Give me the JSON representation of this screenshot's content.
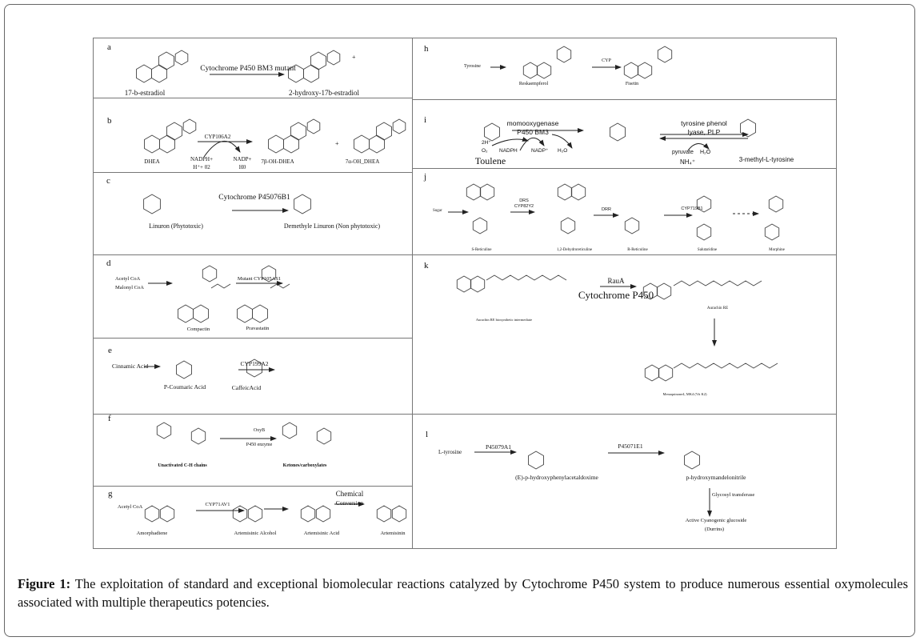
{
  "figure": {
    "panels": {
      "a": {
        "letter": "a",
        "enzyme": "Cytochrome P450 BM3 mutant",
        "substrate": "17-b-estradiol",
        "product": "2-hydroxy-17b-estradiol",
        "plus": "+"
      },
      "b": {
        "letter": "b",
        "enzyme": "CYP106A2",
        "substrate": "DHEA",
        "cofactor_in": [
          "NADPH+",
          "H⁺+ 02"
        ],
        "cofactor_out": [
          "NADP+",
          "H0"
        ],
        "product1": "7β-OH-DHEA",
        "plus": "+",
        "product2": "7α-OH_DHEA"
      },
      "c": {
        "letter": "c",
        "enzyme": "Cytochrome P45076B1",
        "substrate": "Linuron (Phytotoxic)",
        "product": "Demethyle Linuron (Non phytotoxic)"
      },
      "d": {
        "letter": "d",
        "precursors": [
          "Acetyl CoA",
          "Malonyl CoA"
        ],
        "enzyme": "Mutant CYP105AS1",
        "substrate": "Compactin",
        "product": "Pravastatin"
      },
      "e": {
        "letter": "e",
        "precursor": "Cinnamic Acid",
        "enzyme": "CYP199A2",
        "substrate": "P-Coumaric Acid",
        "product": "CaffeicAcid"
      },
      "f": {
        "letter": "f",
        "enzyme": [
          "OxyB",
          "P450 enzyme"
        ],
        "substrate": "Unactivated C-H chains",
        "product": "Ketones/carboxylates"
      },
      "g": {
        "letter": "g",
        "precursor": "Acetyl CoA",
        "enzyme": "CYP71AV1",
        "step2": [
          "Chemical",
          "Conversion"
        ],
        "compounds": [
          "Amorphadiene",
          "Artemisinic Alcohol",
          "Artemisinic Acid",
          "Artemisinin"
        ]
      },
      "h": {
        "letter": "h",
        "precursor": "Tyrosine",
        "enzyme": "CYP",
        "substrate": "Reskaempferol",
        "product": "Fisetin"
      },
      "i": {
        "letter": "i",
        "substrate": "Toulene",
        "enzyme1": [
          "momooxygenase",
          "P450 BM3"
        ],
        "cofactors1": [
          "2H⁺",
          "O₂",
          "NADPH",
          "NADP⁺",
          "H₂O"
        ],
        "enzyme2": [
          "tyrosine phenol",
          "lyase, PLP"
        ],
        "cofactors2": [
          "pyruvate",
          "H₂O",
          "NH₄⁺"
        ],
        "product": "3-methyl-L-tyrosine"
      },
      "j": {
        "letter": "j",
        "precursor": "Sugar",
        "enzymes": [
          "DRS",
          "CYP82Y2",
          "DRR",
          "CYP719B1"
        ],
        "compounds": [
          "S-Reticuline",
          "1,2-Dehydroreticuline",
          "R-Reticuline",
          "Salutaridine",
          "Morphine"
        ]
      },
      "k": {
        "letter": "k",
        "substrate": "Aurachin RE biosynthetic intermediate",
        "enzyme": [
          "RauA",
          "Cytochrome P450"
        ],
        "product": "Aurachin RE",
        "final": "Menaquinone4, MK4 (Vit K2)"
      },
      "l": {
        "letter": "l",
        "precursor": "L-tyrosine",
        "enzyme1": "P45079A1",
        "intermediate": "(E)-p-hydroxyphenylacetaldoxime",
        "enzyme2": "P45071E1",
        "product": "p-hydroxymandelonitrile",
        "enzyme3": "Glycosyl transferase",
        "final": [
          "Active Cyanogenic glucoside",
          "(Durrins)"
        ]
      }
    },
    "caption": {
      "label": "Figure 1:",
      "text": " The exploitation of standard and exceptional biomolecular reactions catalyzed by Cytochrome P450 system to produce numerous essential oxymolecules associated with multiple therapeutics potencies."
    }
  }
}
